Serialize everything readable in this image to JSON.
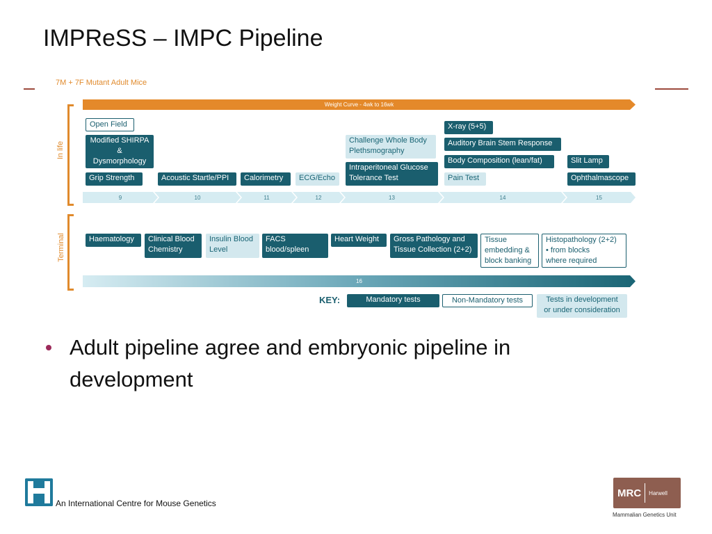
{
  "slide": {
    "title": "IMPReSS – IMPC Pipeline"
  },
  "diagram": {
    "header": "7M + 7F Mutant Adult Mice",
    "weight_curve": "Weight Curve - 4wk to 16wk",
    "sections": {
      "in_life": "In life",
      "terminal": "Terminal"
    },
    "in_life_tests": [
      {
        "label": "Open Field",
        "kind": "non-mandatory"
      },
      {
        "label": "Modified SHIRPA\n&\nDysmorphology",
        "kind": "mandatory"
      },
      {
        "label": "Grip Strength",
        "kind": "mandatory"
      },
      {
        "label": "Acoustic Startle/PPI",
        "kind": "mandatory"
      },
      {
        "label": "Calorimetry",
        "kind": "mandatory"
      },
      {
        "label": "ECG/Echo",
        "kind": "development"
      },
      {
        "label": "Challenge Whole Body\nPlethsmography",
        "kind": "development"
      },
      {
        "label": "Intraperitoneal Glucose\nTolerance Test",
        "kind": "mandatory"
      },
      {
        "label": "X-ray (5+5)",
        "kind": "mandatory"
      },
      {
        "label": "Auditory Brain Stem Response",
        "kind": "mandatory"
      },
      {
        "label": "Body Composition (lean/fat)",
        "kind": "mandatory"
      },
      {
        "label": "Pain Test",
        "kind": "development"
      },
      {
        "label": "Slit Lamp",
        "kind": "mandatory"
      },
      {
        "label": "Ophthalmascope",
        "kind": "mandatory"
      }
    ],
    "weeks": [
      "9",
      "10",
      "11",
      "12",
      "13",
      "14",
      "15"
    ],
    "terminal_tests": [
      {
        "label": "Haematology",
        "kind": "mandatory"
      },
      {
        "label": "Clinical Blood\nChemistry",
        "kind": "mandatory"
      },
      {
        "label": "Insulin Blood\nLevel",
        "kind": "development"
      },
      {
        "label": "FACS\nblood/spleen",
        "kind": "mandatory"
      },
      {
        "label": "Heart Weight",
        "kind": "mandatory"
      },
      {
        "label": "Gross Pathology and\nTissue Collection (2+2)",
        "kind": "mandatory"
      },
      {
        "label": "Tissue\nembedding &\nblock banking",
        "kind": "non-mandatory"
      },
      {
        "label": "Histopathology (2+2)\n• from blocks\n   where required",
        "kind": "non-mandatory"
      }
    ],
    "terminal_week": "16",
    "key": {
      "title": "KEY:",
      "mandatory": "Mandatory tests",
      "non_mandatory": "Non-Mandatory tests",
      "development": "Tests in development\nor under consideration"
    },
    "colors": {
      "mandatory": "#1a5e6e",
      "development": "#d3e8ee",
      "accent_orange": "#e4892a"
    }
  },
  "bullets": [
    "Adult pipeline agree and embryonic pipeline in development"
  ],
  "footer": {
    "text": "An International Centre for Mouse Genetics",
    "mrc_main": "MRC",
    "mrc_sub": "Harwell",
    "mrc_caption": "Mammalian Genetics Unit",
    "left_logo": "mouse-icon"
  }
}
